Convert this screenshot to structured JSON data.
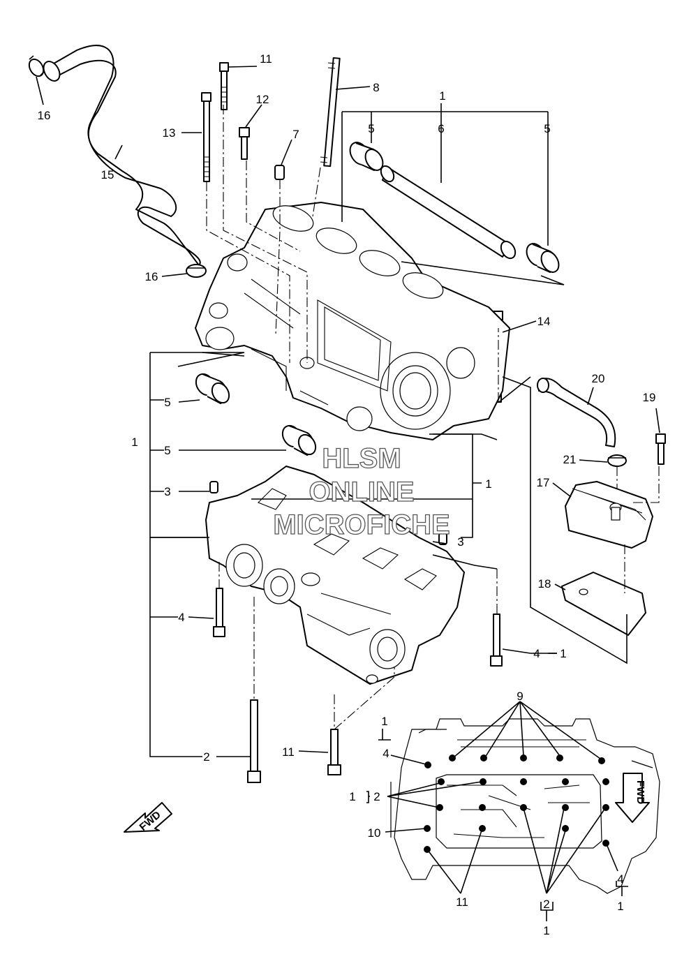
{
  "watermark": {
    "line1": "HLSM",
    "line2": "ONLINE",
    "line3": "MICROFICHE"
  },
  "fwd_label": "FWD",
  "callouts": {
    "c1_top": "1",
    "c5_left_top": "5",
    "c6": "6",
    "c5_right_top": "5",
    "c16_top": "16",
    "c15": "15",
    "c13": "13",
    "c11_top": "11",
    "c12": "12",
    "c8": "8",
    "c7": "7",
    "c16_mid": "16",
    "c14": "14",
    "c20": "20",
    "c19": "19",
    "c21": "21",
    "c17": "17",
    "c18": "18",
    "c5_a": "5",
    "c1_left": "1",
    "c5_b": "5",
    "c3_a": "3",
    "c1_mid": "1",
    "c3_b": "3",
    "c4_left": "4",
    "c4_right": "4",
    "c1_right_bracket": "1",
    "c2_left": "2",
    "c11_mid": "11",
    "c9": "9",
    "c1_diag_top": "1",
    "c4_diag": "4",
    "c1_diag_mid": "1",
    "c2_diag_mid": "2",
    "c10": "10",
    "c11_diag": "11",
    "c2_diag_bottom": "2",
    "c1_diag_bottom": "1",
    "c4_diag_right": "4",
    "c1_diag_right": "1"
  }
}
